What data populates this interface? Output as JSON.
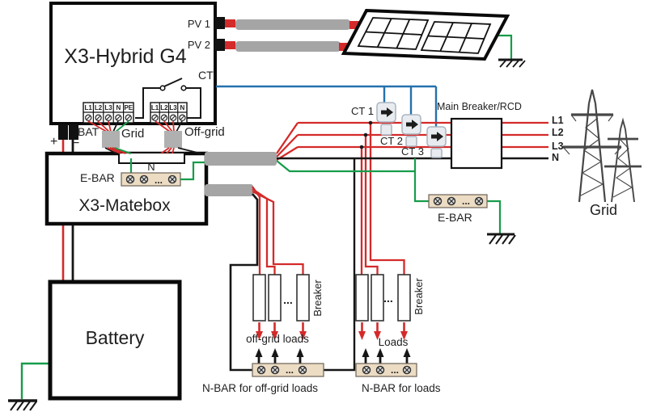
{
  "diagram": {
    "inverter": {
      "title": "X3-Hybrid G4",
      "pv1": "PV 1",
      "pv2": "PV 2",
      "ct_switch": "CT",
      "bat": "BAT",
      "plus": "+",
      "minus": "−",
      "grid_port": "Grid",
      "offgrid_port": "Off-grid",
      "grid_terminals": [
        "L1",
        "L2",
        "L3",
        "N",
        "PE"
      ],
      "offgrid_terminals": [
        "L1",
        "L2",
        "L3",
        "N"
      ]
    },
    "matebox": {
      "title": "X3-Matebox",
      "ebar": "E-BAR",
      "n": "N"
    },
    "battery": {
      "title": "Battery"
    },
    "ct": {
      "ct1": "CT 1",
      "ct2": "CT 2",
      "ct3": "CT 3",
      "main_breaker": "Main Breaker/RCD"
    },
    "grid": {
      "l1": "L1",
      "l2": "L2",
      "l3": "L3",
      "n": "N",
      "title": "Grid",
      "ebar": "E-BAR"
    },
    "loads": {
      "breaker": "Breaker",
      "offgrid_loads": "off-grid loads",
      "loads": "Loads",
      "nbar_offgrid": "N-BAR for off-grid loads",
      "nbar_loads": "N-BAR for loads",
      "dots": "..."
    },
    "colors": {
      "line_red": "#d42a2a",
      "line_black": "#161616",
      "line_green": "#169c4a",
      "line_blue": "#2471ad",
      "cable_gray": "#a5a5a5",
      "bar_tan": "#ecdcc3"
    }
  }
}
